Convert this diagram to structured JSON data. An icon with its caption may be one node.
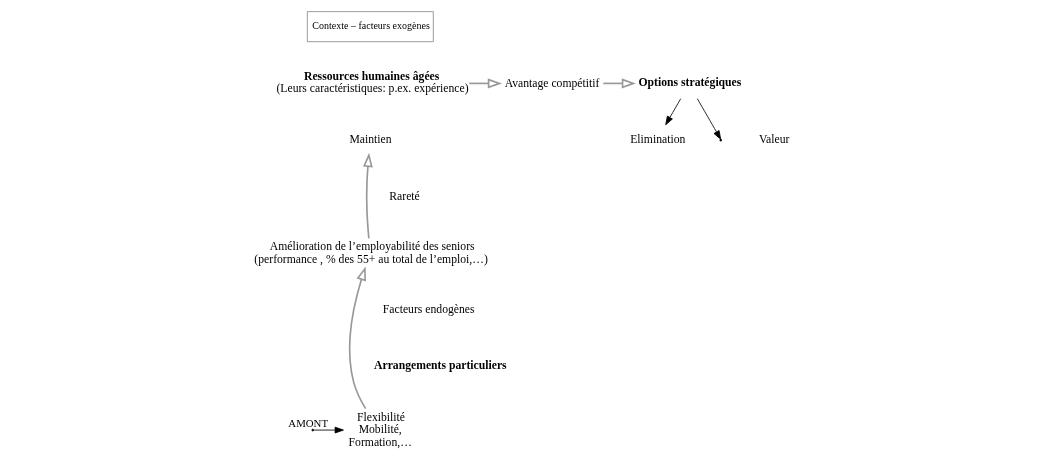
{
  "diagram": {
    "nodes": [
      {
        "text": [
          "Contexte – facteurs exogènes"
        ]
      },
      {
        "text": [
          "Ressources humaines âgées",
          "(Leurs caractéristiques: p.ex. expérience)"
        ]
      },
      {
        "text": [
          "Avantage compétitif"
        ]
      },
      {
        "text": [
          "Options stratégiques"
        ]
      },
      {
        "text": [
          "Elimination"
        ]
      },
      {
        "text": [
          "Maintien"
        ]
      },
      {
        "text": [
          "Amélioration de l’employabilité des seniors",
          "(performance , % des 55+ au total de l’emploi,…)"
        ]
      },
      {
        "text": [
          "Arrangements particuliers"
        ]
      },
      {
        "text": [
          "Flexibilité",
          "Mobilité,",
          "Formation,…"
        ]
      }
    ],
    "edges": [
      {
        "from": 1,
        "to": 2,
        "arrow": "to"
      },
      {
        "from": 2,
        "to": 3,
        "arrow": "to"
      },
      {
        "from": 3,
        "to": 4,
        "arrow": "to",
        "color": "#000000"
      },
      {
        "from": 3,
        "to": null,
        "arrow": "to",
        "color": "#000000"
      },
      {
        "from": 6,
        "to": 5,
        "arrow": "to"
      },
      {
        "from": 8,
        "to": 6,
        "arrow": "to"
      },
      {
        "from": null,
        "to": 8,
        "arrow": "to",
        "label": "AMONT",
        "color": "#000000"
      }
    ],
    "labels": [
      "Valeur",
      "Rareté",
      "Facteurs endogènes"
    ]
  }
}
